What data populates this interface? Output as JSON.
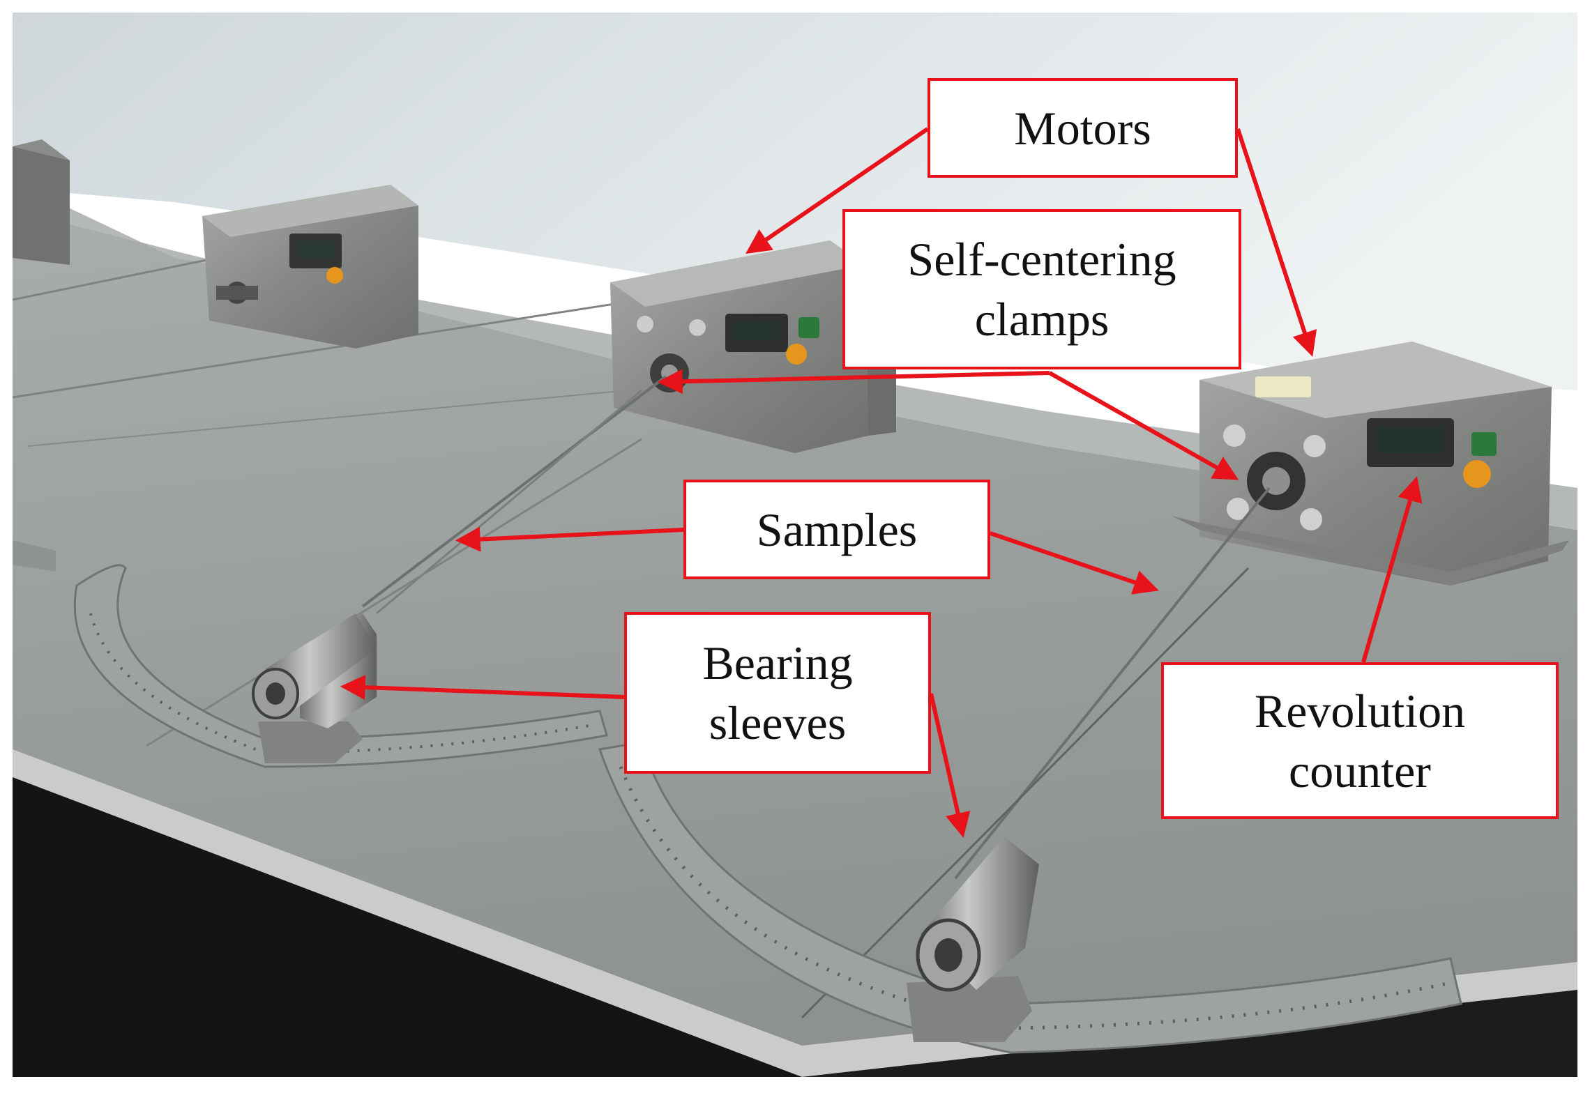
{
  "colors": {
    "callout_border": "#e8121a",
    "arrow": "#e8121a",
    "wall": "#dde5e8",
    "table": "#9fa4a3",
    "machine_steel": "#8a8c8a"
  },
  "callouts": {
    "motors": "Motors",
    "clamps": "Self-centering\nclamps",
    "samples": "Samples",
    "bearing_sleeves": "Bearing\nsleeves",
    "revolution_counter": "Revolution\ncounter"
  }
}
